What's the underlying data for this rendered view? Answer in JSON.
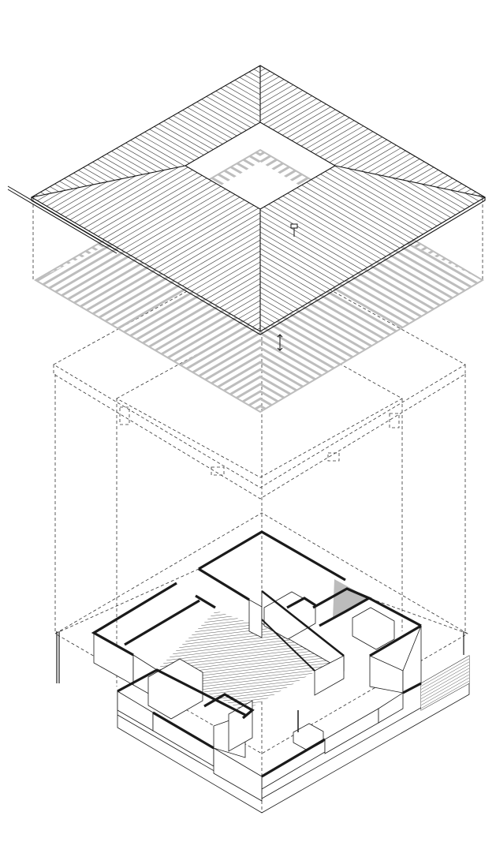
{
  "drawing": {
    "type": "exploded axonometric",
    "layers": [
      "roof",
      "roof-structure",
      "ceiling-plane",
      "floor-plan"
    ]
  },
  "colors": {
    "line": "#1a1a1a",
    "structure_gray": "#bdbdbd",
    "shade": "#bcbcbc",
    "background": "#ffffff"
  }
}
